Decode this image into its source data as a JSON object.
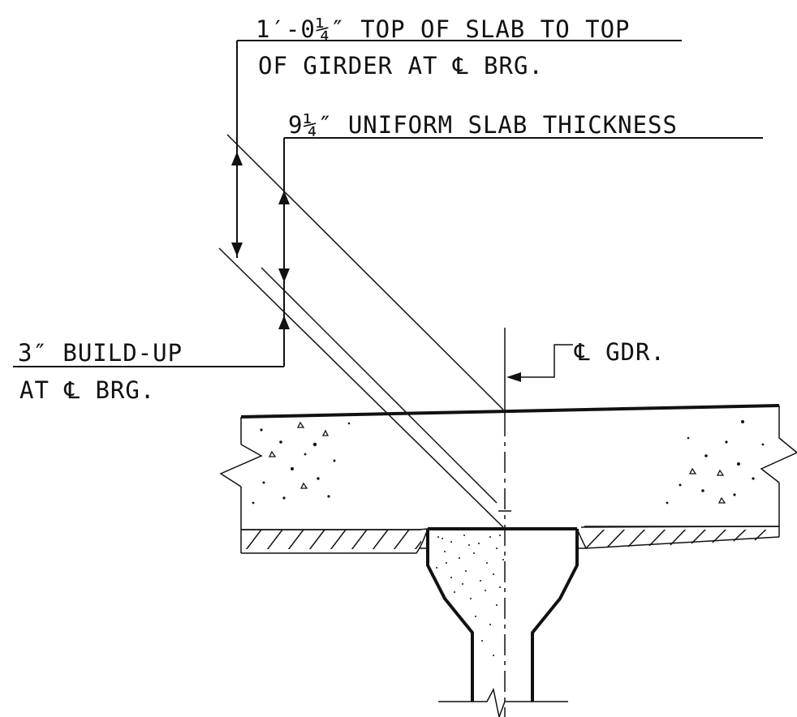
{
  "labels": {
    "top_slab_line1": "1′-0¼″ TOP OF SLAB TO TOP",
    "top_slab_line2": "OF GIRDER AT ℄ BRG.",
    "uniform_slab": "9¼″ UNIFORM SLAB THICKNESS",
    "buildup_line1": "3″ BUILD-UP",
    "buildup_line2": "AT ℄ BRG.",
    "centerline_girder": "℄ GDR."
  },
  "colors": {
    "ink": "#111111",
    "paper": "#ffffff"
  }
}
